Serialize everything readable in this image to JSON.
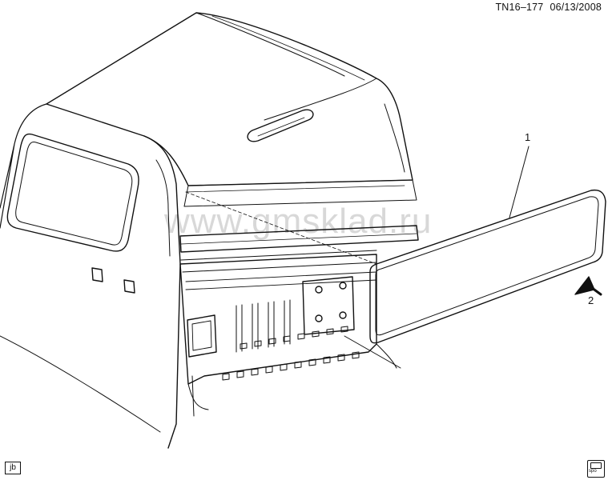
{
  "header": {
    "drawing_id": "TN16–177",
    "date": "06/13/2008"
  },
  "callouts": {
    "item1": "1",
    "item2": "2"
  },
  "watermark": "www.gmsklad.ru",
  "footer": {
    "author_tag": "jb",
    "logo_text": "spo"
  }
}
